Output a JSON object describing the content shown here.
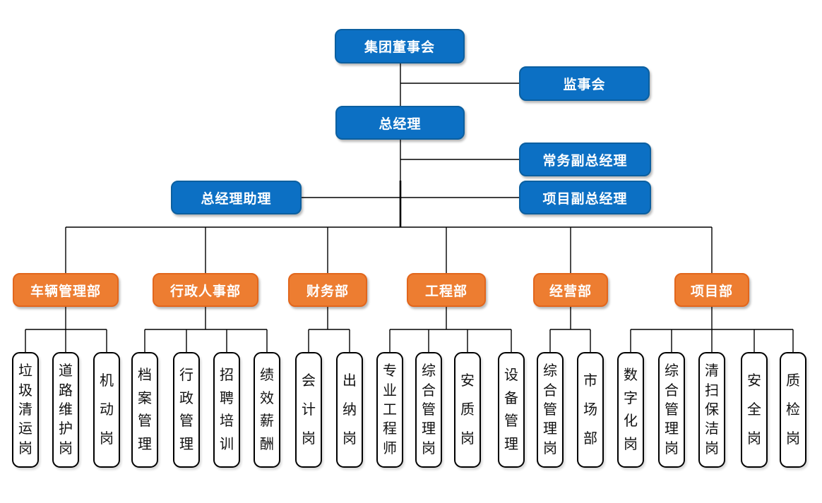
{
  "org_chart": {
    "type": "org-chart",
    "colors": {
      "executive_fill": "#0C70C4",
      "executive_border": "#0B5FA0",
      "department_fill": "#ED7D31",
      "department_border": "#E2661C",
      "position_fill": "#FFFFFF",
      "position_border": "#000000",
      "connector": "#000000",
      "executive_text": "#FFFFFF",
      "position_text": "#111111"
    },
    "nodes": {
      "board": "集团董事会",
      "supervisory_board": "监事会",
      "general_manager": "总经理",
      "executive_deputy_gm": "常务副总经理",
      "gm_assistant": "总经理助理",
      "project_deputy_gm": "项目副总经理"
    },
    "departments": [
      {
        "label": "车辆管理部",
        "positions": [
          "垃圾清运岗",
          "道路维护岗",
          "机动岗"
        ]
      },
      {
        "label": "行政人事部",
        "positions": [
          "档案管理",
          "行政管理",
          "招聘培训",
          "绩效薪酬"
        ]
      },
      {
        "label": "财务部",
        "positions": [
          "会计岗",
          "出纳岗"
        ]
      },
      {
        "label": "工程部",
        "positions": [
          "专业工程师",
          "综合管理岗",
          "安质岗",
          "设备管理"
        ]
      },
      {
        "label": "经营部",
        "positions": [
          "综合管理岗",
          "市场部"
        ]
      },
      {
        "label": "项目部",
        "positions": [
          "数字化岗",
          "综合管理岗",
          "清扫保洁岗",
          "安全岗",
          "质检岗"
        ]
      }
    ]
  }
}
